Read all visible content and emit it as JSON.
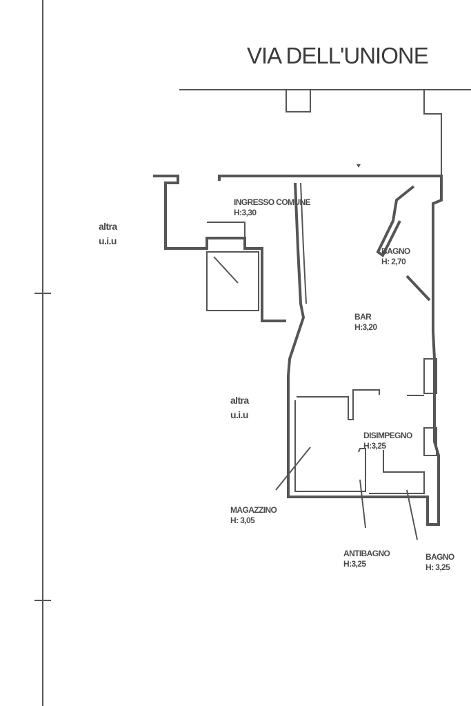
{
  "title": "VIA DELL'UNIONE",
  "labels": {
    "other_unit_top": {
      "line1": "altra",
      "line2": "u.i.u"
    },
    "other_unit_mid": {
      "line1": "altra",
      "line2": "u.i.u"
    },
    "ingresso": {
      "name": "INGRESSO COMUNE",
      "height": "H:3,30"
    },
    "bagno_top": {
      "name": "BAGNO",
      "height": "H: 2,70"
    },
    "bar": {
      "name": "BAR",
      "height": "H:3,20"
    },
    "disimpegno": {
      "name": "DISIMPEGNO",
      "height": "H:3,25"
    },
    "magazzino": {
      "name": "MAGAZZINO",
      "height": "H: 3,05"
    },
    "antibagno": {
      "name": "ANTIBAGNO",
      "height": "H:3,25"
    },
    "bagno_bottom": {
      "name": "BAGNO",
      "height": "H: 3,25"
    }
  }
}
